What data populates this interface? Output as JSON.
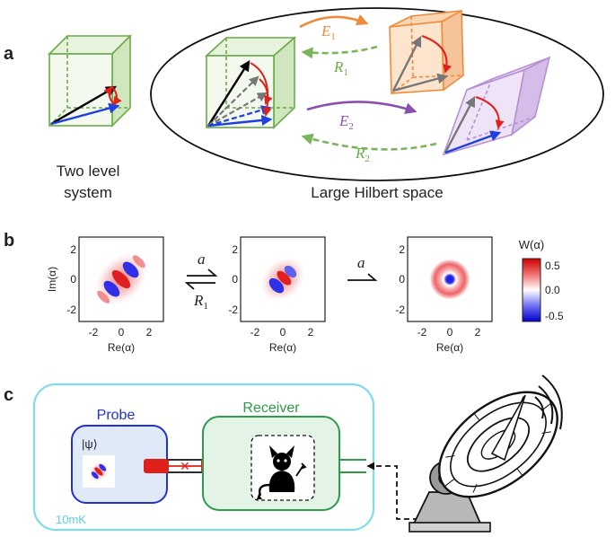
{
  "panel_a": {
    "label": "a",
    "left_caption_line1": "Two level",
    "left_caption_line2": "system",
    "right_caption": "Large Hilbert space",
    "E1": "E",
    "E1_sub": "1",
    "R1": "R",
    "R1_sub": "1",
    "E2": "E",
    "E2_sub": "2",
    "R2": "R",
    "R2_sub": "2",
    "colors": {
      "green": "#6aaa4a",
      "orange": "#f08a3a",
      "purple": "#8a4fb0",
      "red": "#e0201a",
      "blue": "#1f3fe0",
      "dashed_green": "#7ab55c"
    }
  },
  "panel_b": {
    "label": "b",
    "ylabel": "Im(α)",
    "xlabel": "Re(α)",
    "ticks": [
      "-2",
      "0",
      "2"
    ],
    "op1_top": "a",
    "op1_bottom": "R",
    "op1_bottom_sub": "1",
    "op2_top": "a",
    "colorbar_title": "W(α)",
    "colorbar_ticks": [
      "0.5",
      "0.0",
      "-0.5"
    ]
  },
  "panel_c": {
    "label": "c",
    "probe_label": "Probe",
    "receiver_label": "Receiver",
    "state_label": "|ψ⟩",
    "temperature_label": "10mK",
    "colors": {
      "fridge_border": "#7fdcf0",
      "probe_border": "#2233cc",
      "probe_fill": "#dfe9f7",
      "receiver_border": "#2e9a4a",
      "receiver_fill": "#e3f3e6"
    },
    "icons": [
      "devil-icon",
      "satellite-dish-icon"
    ]
  }
}
